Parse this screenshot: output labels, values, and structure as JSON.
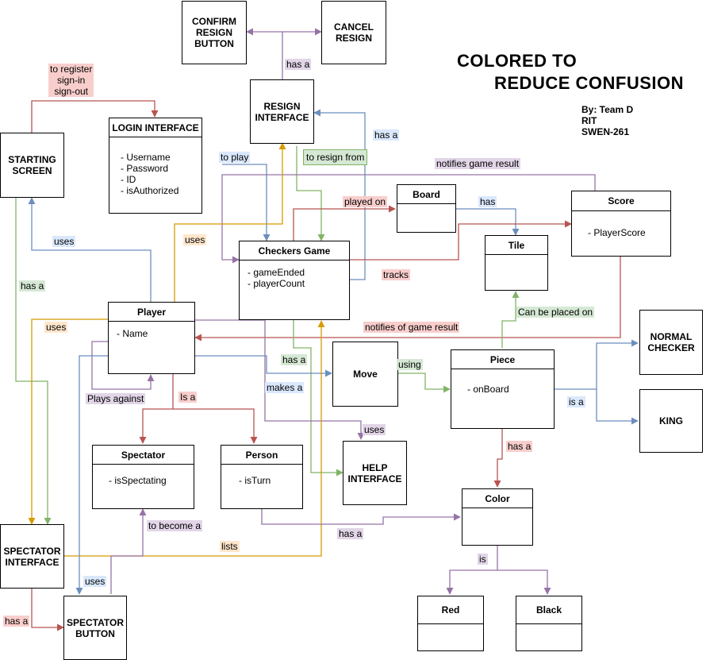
{
  "title": {
    "line1": "COLORED TO",
    "line2": "REDUCE CONFUSION"
  },
  "credits": "By: Team D\nRIT\nSWEN-261",
  "colors": {
    "red": "#b85450",
    "blue": "#6c8ebf",
    "green": "#82b366",
    "purple": "#9673a6",
    "orange": "#d79b00"
  },
  "boxes": {
    "confirm_resign": "CONFIRM\nRESIGN\nBUTTON",
    "cancel_resign": "CANCEL\nRESIGN",
    "resign_interface": "RESIGN\nINTERFACE",
    "starting_screen": "STARTING\nSCREEN",
    "move": "Move",
    "help_interface": "HELP\nINTERFACE",
    "normal_checker": "NORMAL\nCHECKER",
    "king": "KING",
    "spectator_interface": "SPECTATOR\nINTERFACE",
    "spectator_button": "SPECTATOR\nBUTTON"
  },
  "classes": {
    "login": {
      "name": "LOGIN INTERFACE",
      "attrs": "- Username\n- Password\n- ID\n- isAuthorized"
    },
    "board": {
      "name": "Board",
      "attrs": ""
    },
    "score": {
      "name": "Score",
      "attrs": "- PlayerScore"
    },
    "tile": {
      "name": "Tile",
      "attrs": ""
    },
    "checkers": {
      "name": "Checkers Game",
      "attrs": "- gameEnded\n- playerCount"
    },
    "player": {
      "name": "Player",
      "attrs": "- Name"
    },
    "piece": {
      "name": "Piece",
      "attrs": "- onBoard"
    },
    "spectator": {
      "name": "Spectator",
      "attrs": "- isSpectating"
    },
    "person": {
      "name": "Person",
      "attrs": "- isTurn"
    },
    "color": {
      "name": "Color",
      "attrs": ""
    },
    "red": {
      "name": "Red",
      "attrs": ""
    },
    "black": {
      "name": "Black",
      "attrs": ""
    }
  },
  "labels": {
    "to_register": "to register\nsign-in\nsign-out",
    "has_a_resign": "has a",
    "has_a_checkers": "has a",
    "to_play": "to play",
    "to_resign_from": "to resign from",
    "notifies_game_result": "notifies game result",
    "played_on": "played on",
    "has_tile": "has",
    "uses_start": "uses",
    "uses_player_resign": "uses",
    "tracks": "tracks",
    "has_a_start": "has a",
    "uses_player_spectator": "uses",
    "notifies_of_game_result": "notifies of game result",
    "can_be_placed_on": "Can be placed on",
    "has_a_move": "has a",
    "using": "using",
    "makes_a": "makes a",
    "plays_against": "Plays against",
    "is_a_person": "Is a",
    "is_a_piece": "is a",
    "uses_help": "uses",
    "has_a_color": "has a",
    "to_become_a": "to become a",
    "lists": "lists",
    "has_a_person_color": "has a",
    "uses_spectator_button": "uses",
    "is_color": "is",
    "has_a_spectator_button": "has a"
  }
}
